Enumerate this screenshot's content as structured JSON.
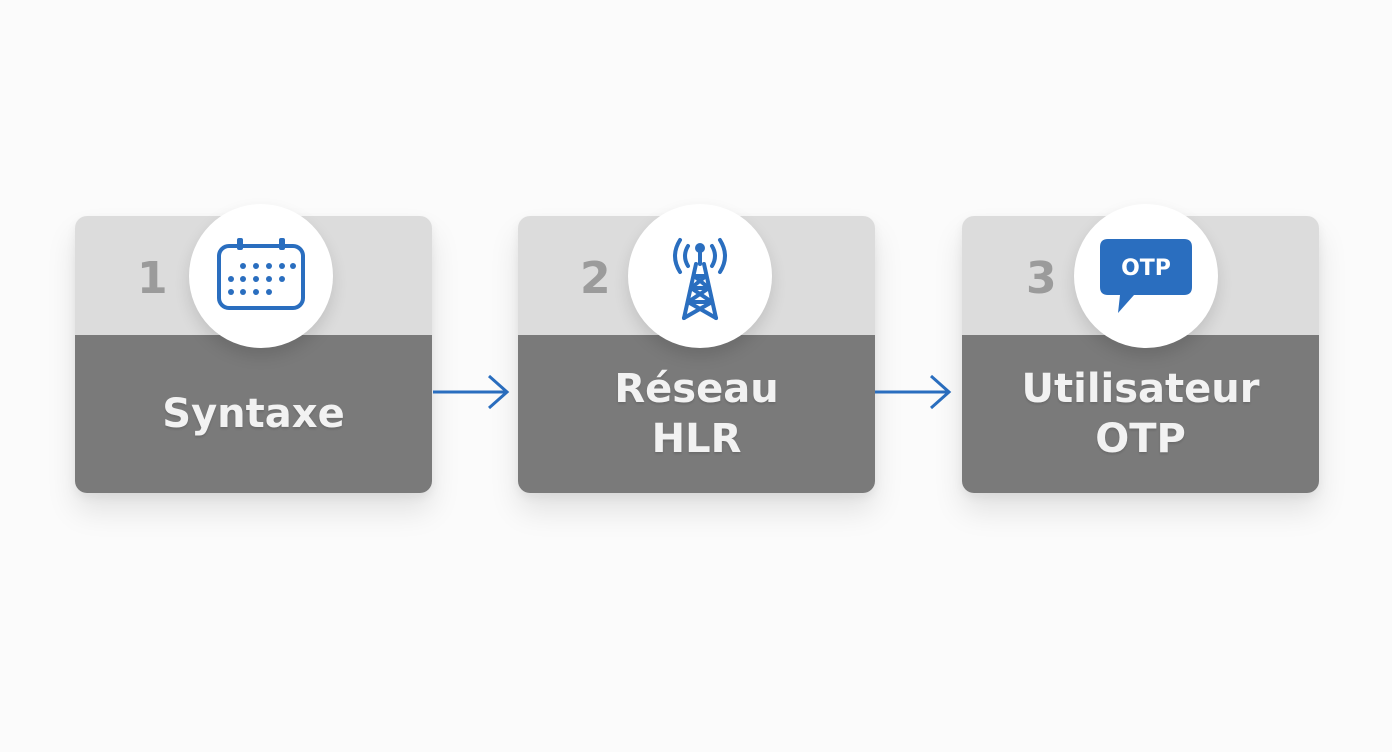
{
  "colors": {
    "accent": "#2a6ebf",
    "card_top": "#dcdcdc",
    "card_bottom": "#7a7a7a"
  },
  "steps": [
    {
      "number": "1",
      "label_lines": [
        "Syntaxe",
        ""
      ],
      "icon": "calendar-icon"
    },
    {
      "number": "2",
      "label_lines": [
        "Réseau",
        "HLR"
      ],
      "icon": "antenna-tower-icon"
    },
    {
      "number": "3",
      "label_lines": [
        "Utilisateur",
        "OTP"
      ],
      "icon": "otp-message-icon",
      "icon_text": "OTP"
    }
  ],
  "connectors": [
    "arrow-right",
    "arrow-right"
  ]
}
